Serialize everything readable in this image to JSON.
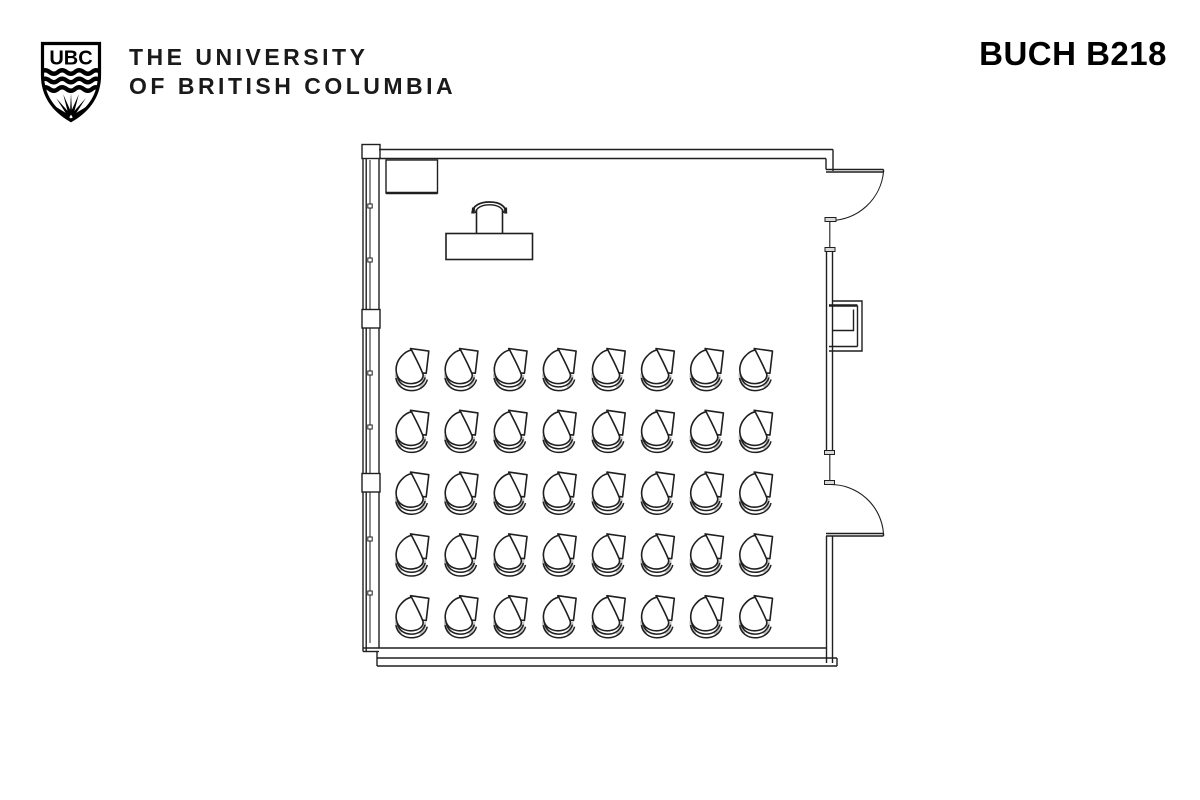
{
  "header": {
    "logo_text": "UBC",
    "wordmark_line1": "THE UNIVERSITY",
    "wordmark_line2": "OF BRITISH COLUMBIA",
    "room_title": "BUCH B218"
  },
  "floor_plan": {
    "label": "Classroom floor plan",
    "seating": {
      "rows": 5,
      "cols": 8,
      "total_seats": 40,
      "seat_type": "tablet-arm chair"
    },
    "furniture": {
      "instructor_table": 1,
      "instructor_chair": 1,
      "cabinet": 1
    },
    "doors": 2,
    "colors": {
      "line": "#1f1f1f",
      "door_jamb_fill": "#d9d9d9",
      "chair_shadow": "#c4c4c4",
      "background": "#ffffff"
    }
  }
}
